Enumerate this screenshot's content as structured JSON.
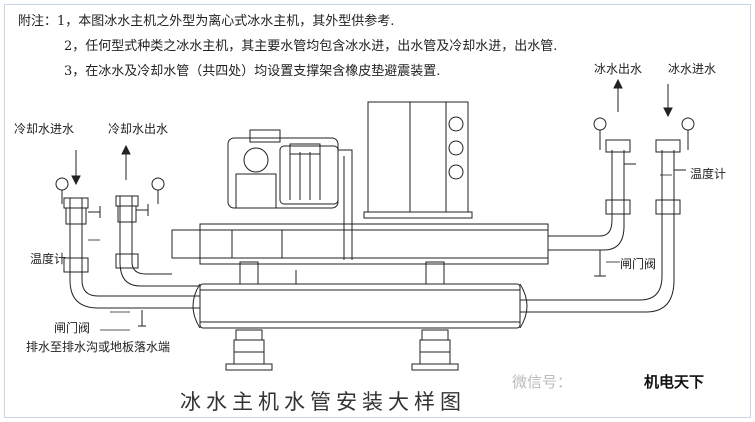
{
  "notes": {
    "line1": "附注：1，本图冰水主机之外型为离心式冰水主机，其外型供参考.",
    "line2": "2，任何型式种类之冰水主机，其主要水管均包含冰水进，出水管及冷却水进，出水管.",
    "line3": "3，在冰水及冷却水管（共四处）均设置支撑架含橡皮垫避震装置."
  },
  "labels": {
    "cooling_in": "冷却水进水",
    "cooling_out": "冷却水出水",
    "chilled_out": "冰水出水",
    "chilled_in": "冰水进水",
    "thermometer_left": "温度计",
    "thermometer_right": "温度计",
    "valve_left": "闸门阀",
    "valve_right": "闸门阀",
    "drain": "排水至排水沟或地板落水端"
  },
  "title": "冰水主机水管安装大样图",
  "watermark": {
    "text": "微信号：",
    "brand": "机电天下"
  }
}
